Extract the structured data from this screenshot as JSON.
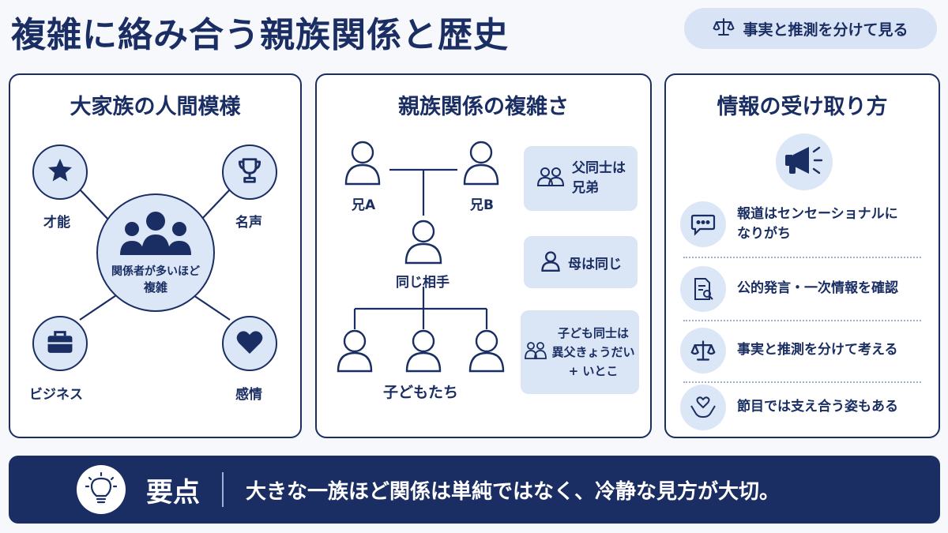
{
  "title": "複雑に絡み合う親族関係と歴史",
  "badge": {
    "icon": "scales-icon",
    "label": "事実と推測を分けて見る"
  },
  "panel1": {
    "title": "大家族の人間模様",
    "center_label_1": "関係者が多いほど",
    "center_label_2": "複雑",
    "nodes": [
      {
        "icon": "star-icon",
        "label": "才能"
      },
      {
        "icon": "trophy-icon",
        "label": "名声"
      },
      {
        "icon": "briefcase-icon",
        "label": "ビジネス"
      },
      {
        "icon": "heart-icon",
        "label": "感情"
      }
    ]
  },
  "panel2": {
    "title": "親族関係の複雑さ",
    "brother_a": "兄A",
    "brother_b": "兄B",
    "partner": "同じ相手",
    "children": "子どもたち",
    "boxes": [
      {
        "line1": "父同士は",
        "line2": "兄弟"
      },
      {
        "line1": "母は同じ"
      },
      {
        "line1": "子ども同士は",
        "line2": "異父きょうだい",
        "line3": "+ いとこ"
      }
    ]
  },
  "panel3": {
    "title": "情報の受け取り方",
    "items": [
      {
        "icon": "speech-bubble-icon",
        "line1": "報道はセンセーショナルに",
        "line2": "なりがち"
      },
      {
        "icon": "document-search-icon",
        "line1": "公的発言・一次情報を確認"
      },
      {
        "icon": "scales-icon",
        "line1": "事実と推測を分けて考える"
      },
      {
        "icon": "heart-hands-icon",
        "line1": "節目では支え合う姿もある"
      }
    ]
  },
  "summary": {
    "heading": "要点",
    "text": "大きな一族ほど関係は単純ではなく、冷静な見方が大切。"
  },
  "colors": {
    "navy": "#1a2e63",
    "light_blue": "#dae5f6",
    "background": "#f6f8fc"
  }
}
